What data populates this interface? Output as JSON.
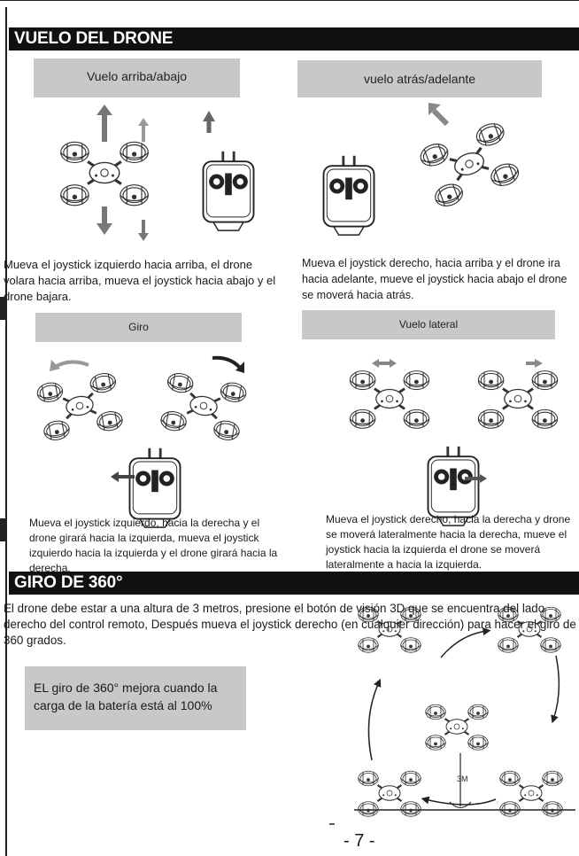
{
  "section1": {
    "title": "VUELO DEL DRONE"
  },
  "panels": {
    "up_down": {
      "label": "Vuelo arriba/abajo",
      "text": "Mueva el joystick izquierdo hacia arriba, el drone volara hacia arriba, mueva el joystick hacia abajo y el drone bajara."
    },
    "back_forward": {
      "label": "vuelo atrás/adelante",
      "text": "Mueva el joystick derecho, hacia arriba y el drone ira hacia adelante, mueve el joystick hacia abajo el drone se moverá hacia atrás."
    },
    "turn": {
      "label": "Giro",
      "text": "Mueva el joystick izquierdo, hacia la derecha y el drone girará hacia la izquierda, mueva el joystick izquierdo hacia la izquierda y el drone girará hacia la derecha."
    },
    "lateral": {
      "label": "Vuelo lateral",
      "text": "Mueva el joystick derecho, hacia  la derecha y drone se moverá lateralmente hacia la derecha, mueve el joystick hacia la izquierda el drone se moverá lateralmente a hacia la izquierda."
    }
  },
  "section2": {
    "title": "GIRO DE 360°",
    "text": "El drone debe estar a una altura de 3 metros, presione el botón de visión 3D que se encuentra del lado derecho del control remoto, Después mueva el joystick derecho (en cualquier dirección) para hacer el giro de 360 grados.",
    "note": "EL giro de 360° mejora cuando la carga de la batería está al 100%",
    "height_label": "3M"
  },
  "page_number": "- 7 -",
  "colors": {
    "bar": "#111111",
    "label_box": "#c8c8c8",
    "arrow_grey": "#8a8a8a"
  }
}
